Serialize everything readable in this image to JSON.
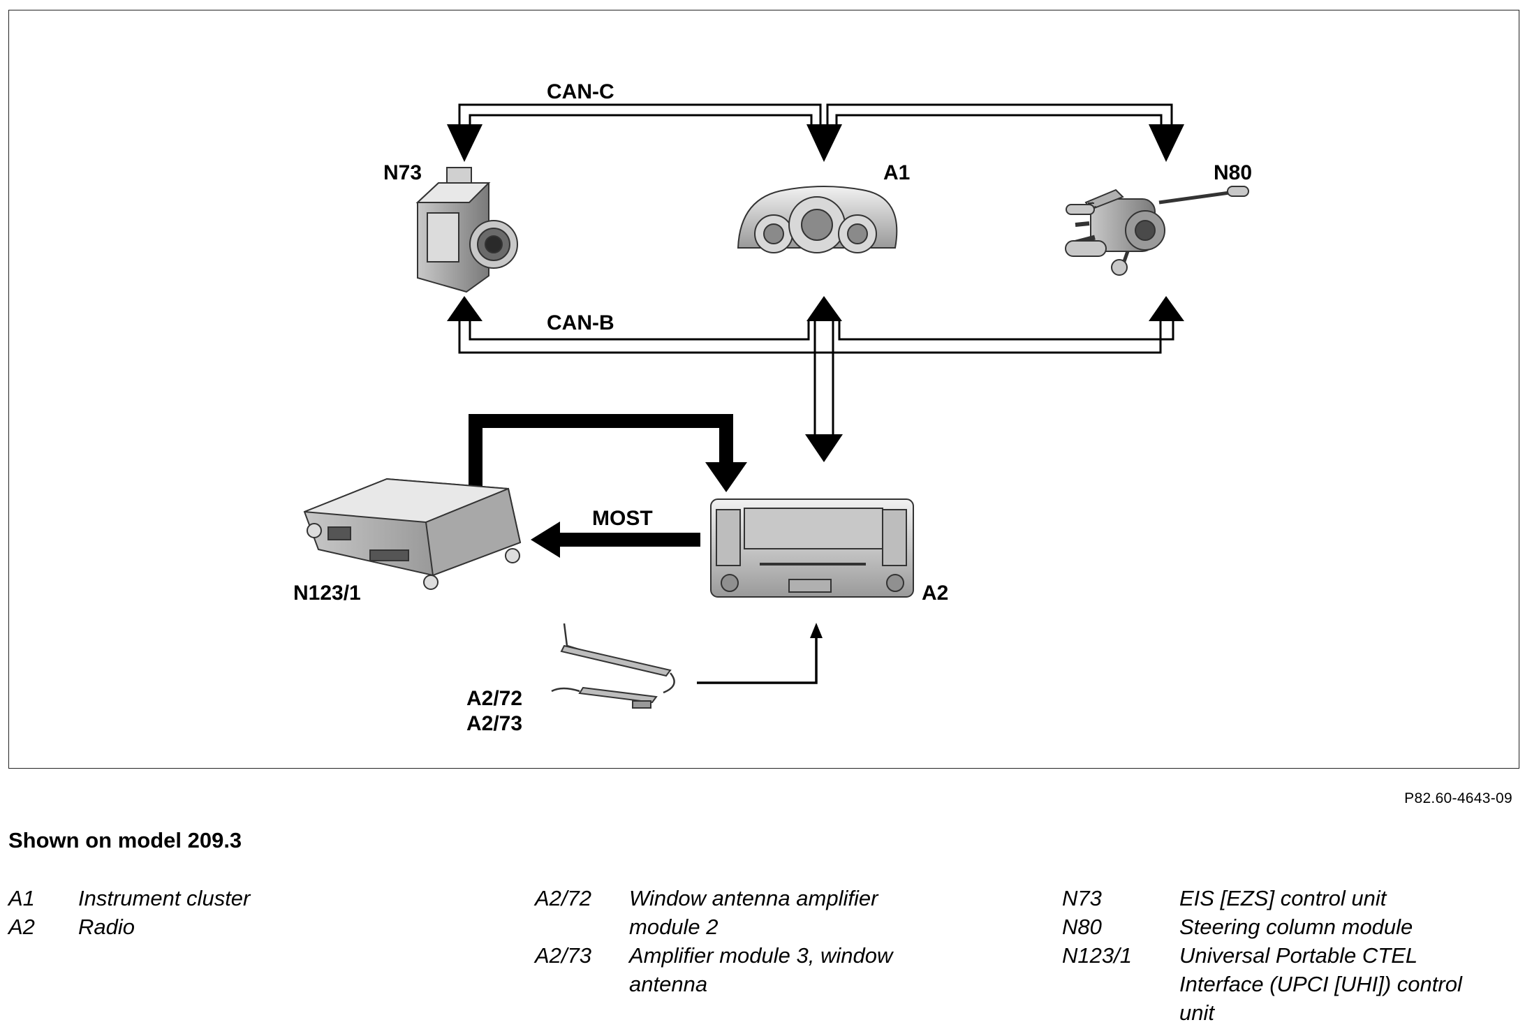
{
  "diagram": {
    "bus_labels": {
      "can_c": "CAN-C",
      "can_b": "CAN-B",
      "most": "MOST"
    },
    "component_labels": {
      "n73": "N73",
      "a1": "A1",
      "n80": "N80",
      "n123_1": "N123/1",
      "a2": "A2",
      "a2_72": "A2/72",
      "a2_73": "A2/73"
    }
  },
  "figure_ref": "P82.60-4643-09",
  "caption": {
    "title": "Shown on model 209.3"
  },
  "legend": {
    "col1": [
      {
        "code": "A1",
        "desc": "Instrument cluster"
      },
      {
        "code": "A2",
        "desc": "Radio"
      }
    ],
    "col2": [
      {
        "code": "A2/72",
        "desc": "Window antenna amplifier module 2"
      },
      {
        "code": "A2/73",
        "desc": "Amplifier module 3, window antenna"
      }
    ],
    "col3": [
      {
        "code": "N73",
        "desc": "EIS [EZS] control unit"
      },
      {
        "code": "N80",
        "desc": "Steering column module"
      },
      {
        "code": "N123/1",
        "desc": "Universal Portable CTEL Interface (UPCI [UHI]) control unit"
      }
    ]
  },
  "colors": {
    "line": "#000000",
    "device_light": "#e6e6e6",
    "device_mid": "#b5b5b5",
    "device_dark": "#6e6e6e"
  }
}
